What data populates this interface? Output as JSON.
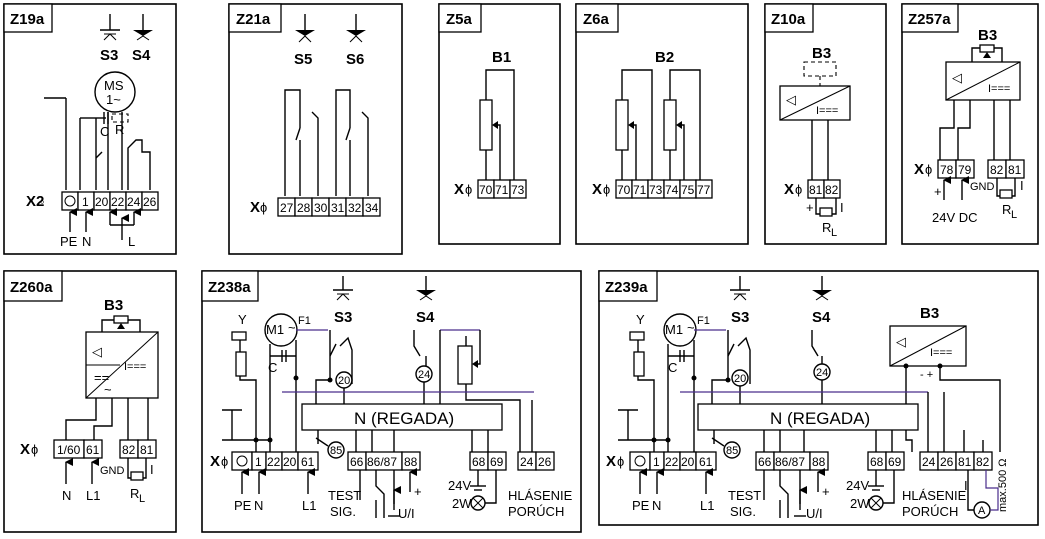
{
  "panels": {
    "z19a": {
      "title": "Z19a",
      "switch_a": "S3",
      "switch_b": "S4",
      "motor_top": "MS",
      "motor_bottom": "1~",
      "cap": "C",
      "res": "R",
      "strip": "X2",
      "terminals": [
        "",
        "1",
        "20",
        "22",
        "24",
        "26"
      ],
      "bottom": [
        "PE",
        "N",
        "L"
      ]
    },
    "z21a": {
      "title": "Z21a",
      "switch_a": "S5",
      "switch_b": "S6",
      "strip": "X",
      "terminals": [
        "27",
        "28",
        "30",
        "31",
        "32",
        "34"
      ]
    },
    "z5a": {
      "title": "Z5a",
      "device": "B1",
      "strip": "X",
      "terminals": [
        "70",
        "71",
        "73"
      ]
    },
    "z6a": {
      "title": "Z6a",
      "device": "B2",
      "strip": "X",
      "terminals": [
        "70",
        "71",
        "73",
        "74",
        "75",
        "77"
      ]
    },
    "z10a": {
      "title": "Z10a",
      "device": "B3",
      "strip": "X",
      "terminals": [
        "81",
        "82"
      ],
      "plus": "+",
      "current": "I",
      "load": "R",
      "load_sub": "L",
      "conv": "I==="
    },
    "z257a": {
      "title": "Z257a",
      "device": "B3",
      "strip": "X",
      "terminals": [
        "78",
        "79",
        "82",
        "81"
      ],
      "plus": "+",
      "gnd": "GND",
      "current": "I",
      "load": "R",
      "load_sub": "L",
      "supply": "24V DC",
      "conv": "I==="
    },
    "z260a": {
      "title": "Z260a",
      "device": "B3",
      "strip": "X",
      "terminals": [
        "1/60",
        "61",
        "82",
        "81"
      ],
      "gnd": "GND",
      "current": "I",
      "load": "R",
      "load_sub": "L",
      "bottom": [
        "N",
        "L1"
      ],
      "conv": "I==="
    },
    "z238a": {
      "title": "Z238a",
      "motor": "M1",
      "motor_phase": "~",
      "fuse": "F1",
      "brake": "Y",
      "cap": "C",
      "switch_a": "S3",
      "switch_b": "S4",
      "ctrl": "N (REGADA)",
      "circle_20": "20",
      "circle_24": "24",
      "circle_85": "85",
      "strip": "X",
      "terminals_left": [
        "",
        "1",
        "22",
        "20",
        "61"
      ],
      "terminals_mid": [
        "66",
        "86/87",
        "88"
      ],
      "terminals_right": [
        "68",
        "69"
      ],
      "terminals_far": [
        "24",
        "26"
      ],
      "bottom_left": [
        "PE",
        "N",
        "L1"
      ],
      "test_1": "TEST",
      "test_2": "SIG.",
      "ui": "U/I",
      "plus": "+",
      "v24": "24V",
      "w2": "2W",
      "fault_1": "HLÁSENIE",
      "fault_2": "PORÚCH"
    },
    "z239a": {
      "title": "Z239a",
      "motor": "M1",
      "motor_phase": "~",
      "fuse": "F1",
      "brake": "Y",
      "cap": "C",
      "switch_a": "S3",
      "switch_b": "S4",
      "device": "B3",
      "conv": "I===",
      "ctrl": "N (REGADA)",
      "circle_20": "20",
      "circle_24": "24",
      "circle_85": "85",
      "strip": "X",
      "terminals_left": [
        "",
        "1",
        "22",
        "20",
        "61"
      ],
      "terminals_mid": [
        "66",
        "86/87",
        "88"
      ],
      "terminals_right": [
        "68",
        "69"
      ],
      "terminals_far": [
        "24",
        "26",
        "81",
        "82"
      ],
      "bottom_left": [
        "PE",
        "N",
        "L1"
      ],
      "test_1": "TEST",
      "test_2": "SIG.",
      "ui": "U/I",
      "plus": "+",
      "v24": "24V",
      "w2": "2W",
      "fault_1": "HLÁSENIE",
      "fault_2": "PORÚCH",
      "ammeter": "A",
      "max": "max.500 Ω",
      "current": "I",
      "minus_plus": "- +"
    }
  }
}
